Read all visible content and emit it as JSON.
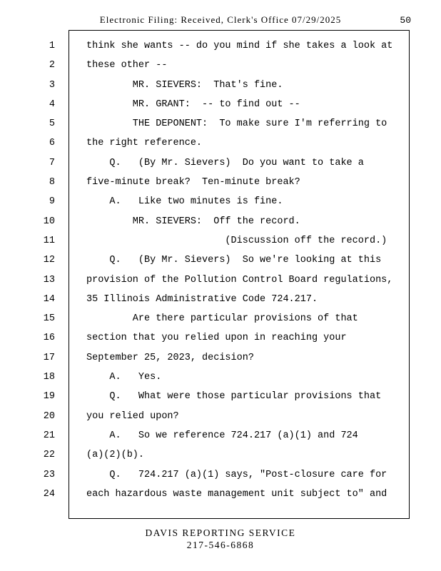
{
  "header": {
    "filing_notice": "Electronic Filing: Received, Clerk's Office 07/29/2025",
    "page_number": "50"
  },
  "transcript": {
    "lines": [
      {
        "num": "1",
        "text": "think she wants -- do you mind if she takes a look at"
      },
      {
        "num": "2",
        "text": "these other --"
      },
      {
        "num": "3",
        "text": "        MR. SIEVERS:  That's fine."
      },
      {
        "num": "4",
        "text": "        MR. GRANT:  -- to find out --"
      },
      {
        "num": "5",
        "text": "        THE DEPONENT:  To make sure I'm referring to"
      },
      {
        "num": "6",
        "text": "the right reference."
      },
      {
        "num": "7",
        "text": "    Q.   (By Mr. Sievers)  Do you want to take a"
      },
      {
        "num": "8",
        "text": "five-minute break?  Ten-minute break?"
      },
      {
        "num": "9",
        "text": "    A.   Like two minutes is fine."
      },
      {
        "num": "10",
        "text": "        MR. SIEVERS:  Off the record."
      },
      {
        "num": "11",
        "text": "                        (Discussion off the record.)"
      },
      {
        "num": "12",
        "text": "    Q.   (By Mr. Sievers)  So we're looking at this"
      },
      {
        "num": "13",
        "text": "provision of the Pollution Control Board regulations,"
      },
      {
        "num": "14",
        "text": "35 Illinois Administrative Code 724.217."
      },
      {
        "num": "15",
        "text": "        Are there particular provisions of that"
      },
      {
        "num": "16",
        "text": "section that you relied upon in reaching your"
      },
      {
        "num": "17",
        "text": "September 25, 2023, decision?"
      },
      {
        "num": "18",
        "text": "    A.   Yes."
      },
      {
        "num": "19",
        "text": "    Q.   What were those particular provisions that"
      },
      {
        "num": "20",
        "text": "you relied upon?"
      },
      {
        "num": "21",
        "text": "    A.   So we reference 724.217 (a)(1) and 724"
      },
      {
        "num": "22",
        "text": "(a)(2)(b)."
      },
      {
        "num": "23",
        "text": "    Q.   724.217 (a)(1) says, \"Post-closure care for"
      },
      {
        "num": "24",
        "text": "each hazardous waste management unit subject to\" and"
      }
    ]
  },
  "footer": {
    "service_name": "DAVIS REPORTING SERVICE",
    "phone": "217-546-6868"
  }
}
